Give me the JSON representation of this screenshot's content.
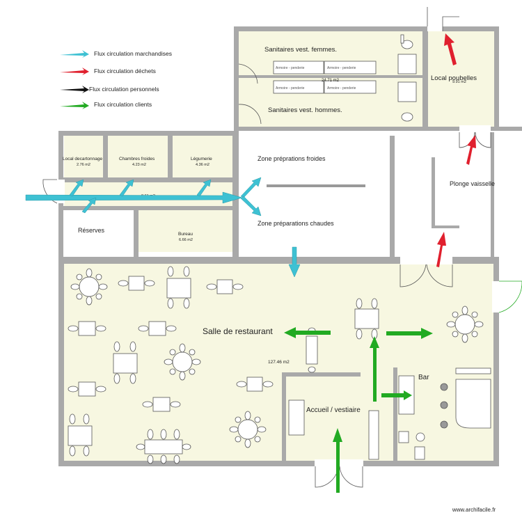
{
  "legend": [
    {
      "label": "Flux circulation marchandises",
      "color": "#3ec1d3"
    },
    {
      "label": "Flux circulation déchets",
      "color": "#e0202e"
    },
    {
      "label": "Flux circulation personnels",
      "color": "#111111"
    },
    {
      "label": "Flux circulation clients",
      "color": "#22aa22"
    }
  ],
  "rooms": {
    "sanitaires_femmes": {
      "name": "Sanitaires vest. femmes."
    },
    "sanitaires_hommes": {
      "name": "Sanitaires vest. hommes."
    },
    "sanitaires_area": "24.71 m2",
    "local_poubelles": {
      "name": "Local poubelles",
      "area": "9.91 m2"
    },
    "local_decartonnage": {
      "name": "Local decartonnage",
      "area": "2.76 m2"
    },
    "chambres_froides": {
      "name": "Chambres froides",
      "area": "4.23 m2"
    },
    "legumerie": {
      "name": "Légumerie",
      "area": "4.36 m2"
    },
    "couloir_area": "8.61 m2",
    "zone_froide": "Zone préprations froides",
    "zone_chaude": "Zone préparations chaudes",
    "plonge": "Plonge vaisselle",
    "reserves": "Réserves",
    "bureau": {
      "name": "Bureau",
      "area": "6.66 m2"
    },
    "salle": {
      "name": "Salle de restaurant",
      "area": "127.46 m2"
    },
    "accueil": "Accueil / vestiaire",
    "bar": "Bar"
  },
  "watermark": "www.archifacile.fr",
  "colors": {
    "marchandises": "#3ec1d3",
    "dechets": "#e0202e",
    "clients": "#22aa22",
    "wall": "#a9a9a9",
    "floor": "#f7f7e1"
  }
}
